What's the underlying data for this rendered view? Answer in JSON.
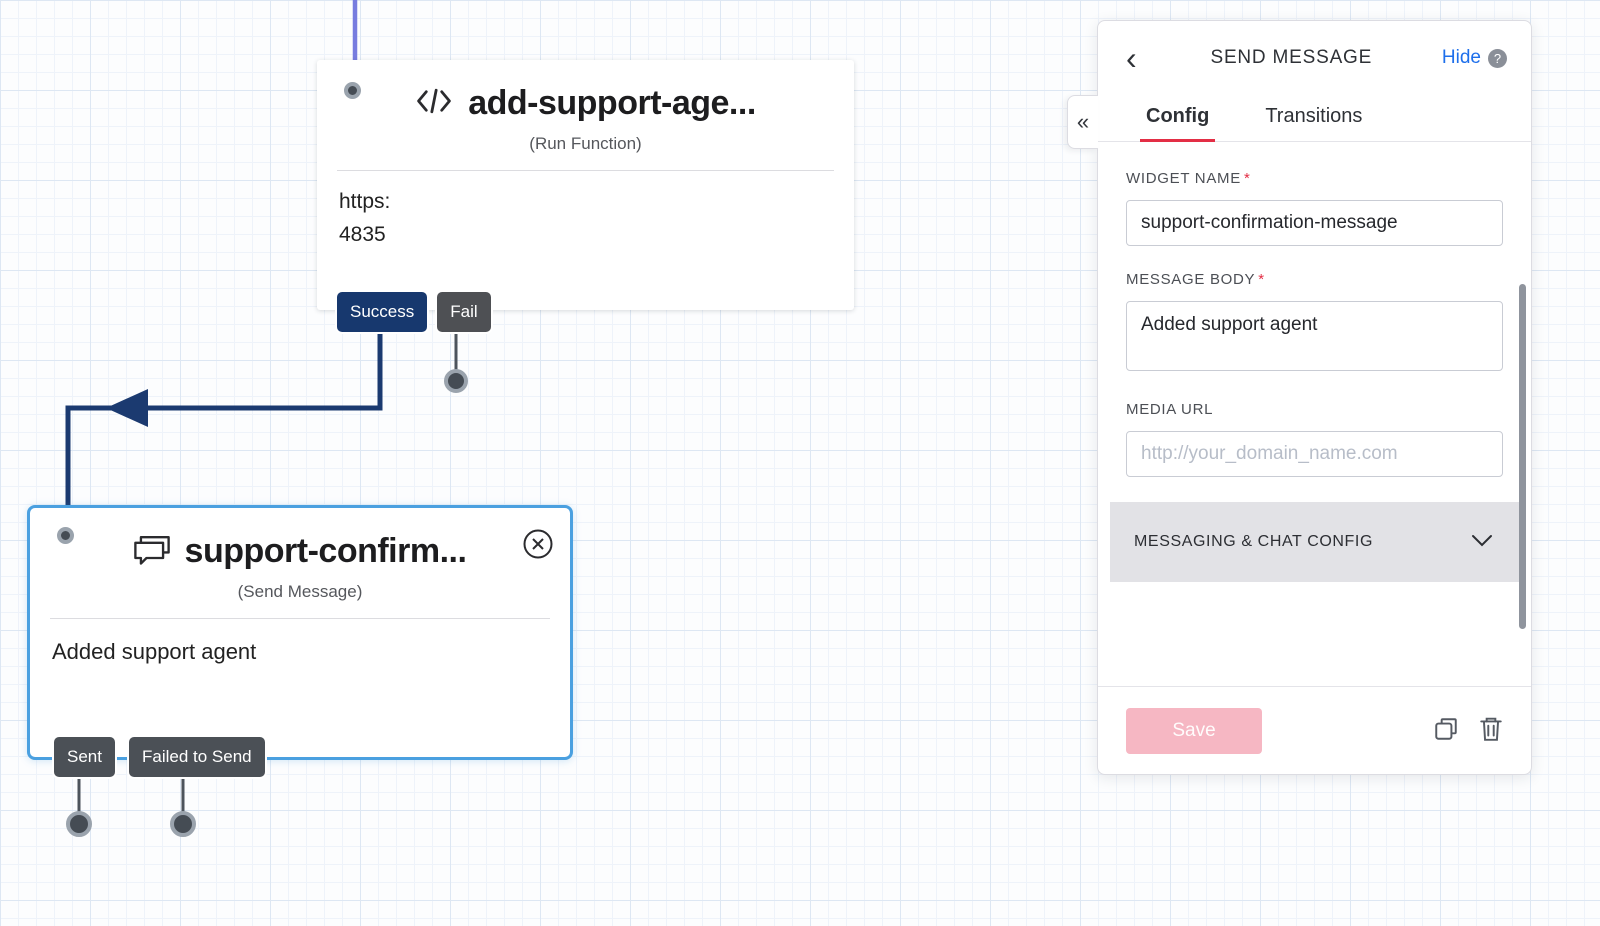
{
  "canvas": {
    "nodes": {
      "run_function": {
        "title": "add-support-age...",
        "subtitle": "(Run Function)",
        "body_lines": [
          "https:",
          "4835"
        ],
        "success_label": "Success",
        "fail_label": "Fail"
      },
      "send_message": {
        "title": "support-confirm...",
        "subtitle": "(Send Message)",
        "body": "Added support agent",
        "sent_label": "Sent",
        "failed_label": "Failed to Send"
      }
    }
  },
  "panel": {
    "icons": {
      "collapse": "«",
      "back": "‹",
      "help": "?"
    },
    "header": {
      "title": "SEND MESSAGE",
      "hide_label": "Hide"
    },
    "tabs": {
      "config": "Config",
      "transitions": "Transitions"
    },
    "required_mark": "*",
    "fields": {
      "widget_name": {
        "label": "WIDGET NAME",
        "value": "support-confirmation-message"
      },
      "message_body": {
        "label": "MESSAGE BODY",
        "value": "Added support agent"
      },
      "media_url": {
        "label": "MEDIA URL",
        "placeholder": "http://your_domain_name.com"
      }
    },
    "sections": {
      "messaging_chat": "MESSAGING & CHAT CONFIG"
    },
    "footer": {
      "save_label": "Save"
    }
  },
  "colors": {
    "accent_red": "#E32E45",
    "navy": "#17386E",
    "selected_blue": "#4AA0E0",
    "link_blue": "#1E6FEB",
    "save_pink": "#F6B7C3",
    "connector_purple": "#777CDF"
  }
}
